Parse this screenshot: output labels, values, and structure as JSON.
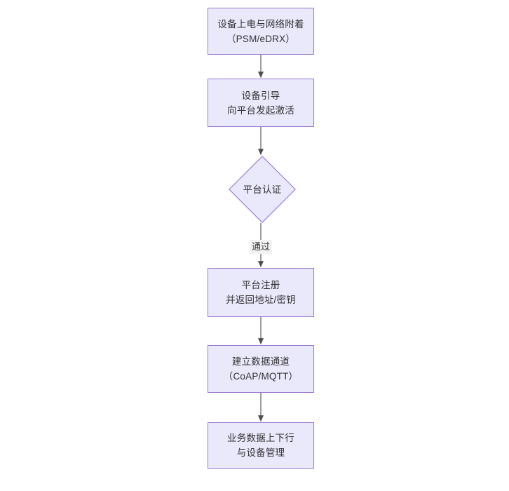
{
  "diagram": {
    "type": "flowchart",
    "orientation": "top-to-bottom",
    "background_color": "#ffffff",
    "node_fill_color": "#eae8fb",
    "node_border_color": "#9b77d1",
    "node_text_color": "#333333",
    "edge_color": "#4d4d4d",
    "edge_label_background": "#f2f2f2",
    "nodes": [
      {
        "id": "power-on",
        "shape": "rectangle",
        "line1": "设备上电与网络附着",
        "line2": "（PSM/eDRX）"
      },
      {
        "id": "bootstrap",
        "shape": "rectangle",
        "line1": "设备引导",
        "line2": "向平台发起激活"
      },
      {
        "id": "platform-auth",
        "shape": "diamond",
        "line1": "平台认证"
      },
      {
        "id": "platform-register",
        "shape": "rectangle",
        "line1": "平台注册",
        "line2": "并返回地址/密钥"
      },
      {
        "id": "data-channel",
        "shape": "rectangle",
        "line1": "建立数据通道",
        "line2": "（CoAP/MQTT）"
      },
      {
        "id": "business-data",
        "shape": "rectangle",
        "line1": "业务数据上下行",
        "line2": "与设备管理"
      }
    ],
    "edges": [
      {
        "from": "power-on",
        "to": "bootstrap",
        "label": ""
      },
      {
        "from": "bootstrap",
        "to": "platform-auth",
        "label": ""
      },
      {
        "from": "platform-auth",
        "to": "platform-register",
        "label": "通过"
      },
      {
        "from": "platform-register",
        "to": "data-channel",
        "label": ""
      },
      {
        "from": "data-channel",
        "to": "business-data",
        "label": ""
      }
    ]
  }
}
